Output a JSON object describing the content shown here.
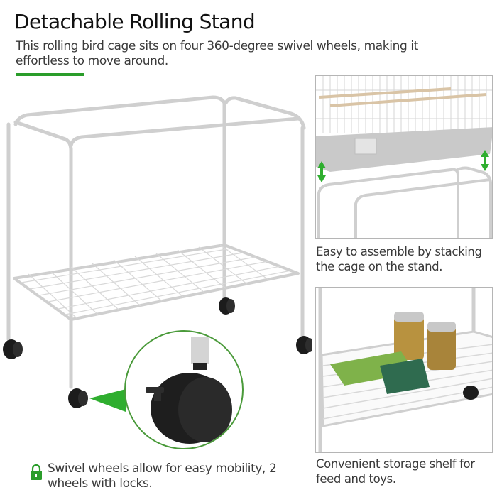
{
  "header": {
    "title": "Detachable Rolling Stand",
    "subtitle": "This rolling bird cage sits on four 360-degree swivel wheels, making it effortless to move around."
  },
  "colors": {
    "accent_green": "#2a9d2a",
    "frame_gray": "#c9c9c9",
    "wheel_black": "#1c1c1c",
    "panel_border": "#b5b5b5",
    "text_dark": "#111111",
    "text_body": "#3a3a3a"
  },
  "main_image": {
    "subject": "rolling stand with wire shelf and four caster wheels",
    "detail_callout": "locking swivel caster wheel"
  },
  "wheel_caption": {
    "icon": "lock-icon",
    "text": "Swivel wheels allow for easy mobility, 2 wheels with locks."
  },
  "panels": [
    {
      "image": "cage stacked above stand with green up-down arrows",
      "caption": "Easy to assemble by stacking the cage on the stand."
    },
    {
      "image": "storage shelf holding feed jars and bags",
      "caption": "Convenient storage shelf for feed and toys."
    }
  ]
}
